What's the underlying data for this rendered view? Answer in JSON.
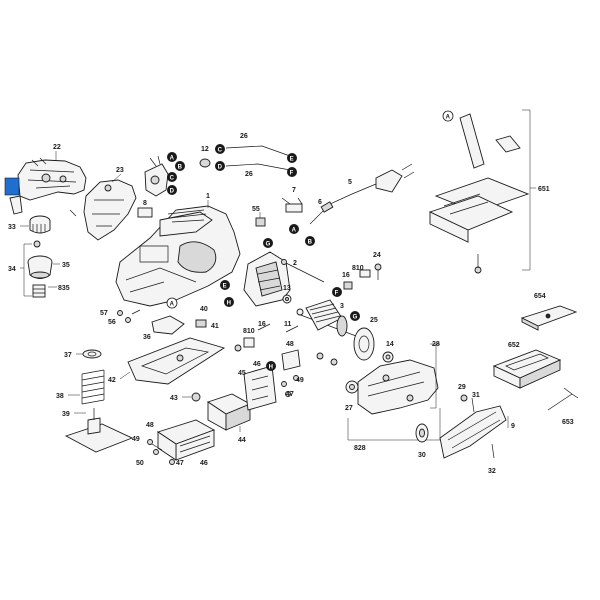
{
  "highlight_color": "#1e6fd0",
  "ink_color": "#1a1a1a",
  "labels": {
    "l22": "22",
    "l23": "23",
    "l1": "1",
    "l8": "8",
    "l12": "12",
    "l26a": "26",
    "l26b": "26",
    "l7": "7",
    "l5": "5",
    "l33": "33",
    "l34": "34",
    "l35": "35",
    "l835": "835",
    "l55": "55",
    "l2": "2",
    "l24": "24",
    "l16a": "16",
    "l810a": "810",
    "l13": "13",
    "l3": "3",
    "l25": "25",
    "l57": "57",
    "l56": "56",
    "l40": "40",
    "l36": "36",
    "l41": "41",
    "l810b": "810",
    "l16b": "16",
    "l11": "11",
    "l48a": "48",
    "l37": "37",
    "l42": "42",
    "l38": "38",
    "l43": "43",
    "l46a": "46",
    "l45": "45",
    "l49a": "49",
    "l47a": "47",
    "l44": "44",
    "l39": "39",
    "l48b": "48",
    "l49b": "49",
    "l50": "50",
    "l47b": "47",
    "l46b": "46",
    "l28": "28",
    "l14": "14",
    "l27": "27",
    "l828": "828",
    "l29": "29",
    "l31": "31",
    "l9": "9",
    "l30": "30",
    "l32": "32",
    "l651": "651",
    "l654": "654",
    "l652": "652",
    "l653": "653"
  },
  "markers": {
    "A1": "A",
    "B1": "B",
    "C1": "C",
    "D1": "D",
    "C2": "C",
    "D2": "D",
    "E1": "E",
    "F1": "F",
    "A2": "A",
    "B2": "B",
    "A3": "A",
    "A4": "A",
    "G1": "G",
    "E2": "E",
    "H1": "H",
    "F2": "F",
    "G2": "G",
    "H2": "H"
  }
}
